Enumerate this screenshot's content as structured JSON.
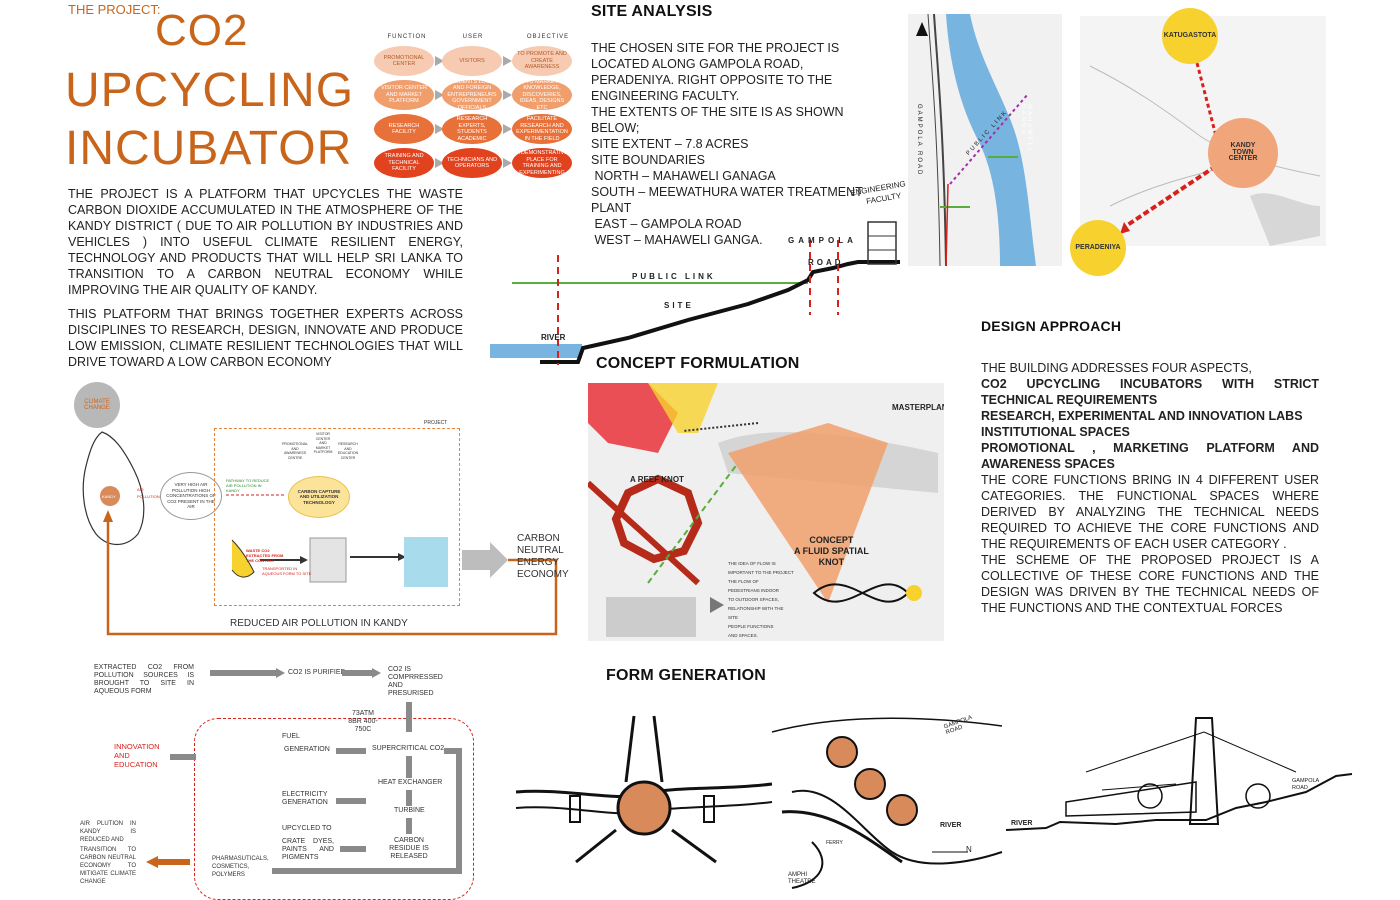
{
  "header": {
    "prefix": "THE PROJECT:",
    "title_line1": "CO2",
    "title_line2": "UPCYCLING",
    "title_line3": "INCUBATOR"
  },
  "matrix": {
    "headers": [
      "FUNCTION",
      "USER",
      "OBJECTIVE"
    ],
    "rows": [
      {
        "function": "PROMOTIONAL CENTER",
        "user": "VISITORS",
        "objective": "TO PROMOTE AND CREATE AWARENESS",
        "color": "#f6cbb1"
      },
      {
        "function": "VISITOR CENTER AND MARKET PLATFORM",
        "user": "STUDENTS LOCAL AND FOREIGN ENTREPRENEURS GOVERNMENT OFFICIALS",
        "objective": "TO MARKET KNOWLEDGE, DISCOVERIES, IDEAS, DESIGNS ETC",
        "color": "#f19e6d"
      },
      {
        "function": "RESEARCH FACILITY",
        "user": "RESEARCH EXPERTS, STUDENTS ACADEMIC",
        "objective": "FACILITATE RESEARCH AND EXPERIMENTATION IN THE FIELD",
        "color": "#e8713a"
      },
      {
        "function": "TRAINING AND TECHNICAL FACILITY",
        "user": "TECHNICIANS AND OPERATORS",
        "objective": "A DEMONSTRATIVE PLACE FOR TRAINING AND EXPERIMENTING",
        "color": "#e2431f"
      }
    ]
  },
  "intro": {
    "para1": "THE PROJECT IS A PLATFORM THAT UPCYCLES THE WASTE CARBON DIOXIDE ACCUMULATED IN THE ATMOSPHERE OF THE KANDY DISTRICT ( DUE TO AIR POLLUTION BY INDUSTRIES AND VEHICLES ) INTO USEFUL CLIMATE RESILIENT ENERGY, TECHNOLOGY AND PRODUCTS THAT WILL HELP SRI LANKA TO TRANSITION TO A CARBON NEUTRAL ECONOMY WHILE IMPROVING THE AIR QUALITY OF KANDY.",
    "para2": "THIS PLATFORM THAT BRINGS TOGETHER EXPERTS ACROSS DISCIPLINES TO RESEARCH, DESIGN, INNOVATE AND PRODUCE LOW EMISSION, CLIMATE RESILIENT TECHNOLOGIES THAT WILL DRIVE TOWARD A LOW CARBON ECONOMY"
  },
  "site_analysis": {
    "heading": "SITE ANALYSIS",
    "lines": [
      "THE CHOSEN SITE FOR THE PROJECT IS",
      "LOCATED ALONG GAMPOLA ROAD,",
      "PERADENIYA. RIGHT OPPOSITE TO THE",
      "ENGINEERING FACULTY.",
      "THE EXTENTS OF THE SITE IS AS SHOWN",
      "BELOW;",
      "SITE EXTENT – 7.8 ACRES",
      "SITE BOUNDARIES",
      " NORTH – MAHAWELI GANAGA",
      "SOUTH – MEEWATHURA WATER TREATMENT",
      "PLANT",
      " EAST – GAMPOLA ROAD",
      " WEST – MAHAWELI GANGA."
    ],
    "section_labels": {
      "public_link": "PUBLIC LINK",
      "site": "SITE",
      "river": "RIVER",
      "gampola": "GAMPOLA",
      "road": "ROAD",
      "engineering": "ENGINEERING",
      "faculty": "FACULTY"
    }
  },
  "site_map": {
    "gampola_road": "GAMPOLA ROAD",
    "public_link": "PUBLIC LINK",
    "mahaweli": "MAHAWELI GANGA"
  },
  "location_map": {
    "katugastota": "KATUGASTOTA",
    "kandy_line1": "KANDY",
    "kandy_line2": "TOWN",
    "kandy_line3": "CENTER",
    "peradeniya": "PERADENIYA"
  },
  "design_approach": {
    "heading": "DESIGN APPROACH",
    "intro": "THE BUILDING ADDRESSES FOUR ASPECTS,",
    "bold_lines": [
      "CO2 UPCYCLING INCUBATORS WITH STRICT TECHNICAL REQUIREMENTS",
      "RESEARCH, EXPERIMENTAL AND INNOVATION LABS",
      "INSTITUTIONAL SPACES",
      "PROMOTIONAL , MARKETING PLATFORM AND AWARENESS SPACES"
    ],
    "para1": "THE CORE FUNCTIONS BRING IN 4 DIFFERENT USER CATEGORIES. THE FUNCTIONAL SPACES WHERE DERIVED BY ANALYZING THE TECHNICAL NEEDS REQUIRED TO ACHIEVE THE CORE FUNCTIONS AND THE REQUIREMENTS OF EACH USER CATEGORY .",
    "para2": "THE SCHEME OF THE PROPOSED PROJECT IS A COLLECTIVE OF THESE CORE FUNCTIONS AND THE DESIGN WAS DRIVEN BY THE TECHNICAL NEEDS OF THE FUNCTIONS AND THE CONTEXTUAL FORCES"
  },
  "concept": {
    "heading": "CONCEPT FORMULATION",
    "masterplan": "MASTERPLAN",
    "reef_knot": "A REEF KNOT",
    "concept_line1": "CONCEPT",
    "concept_line2": "A FLUID SPATIAL",
    "concept_line3": "KNOT",
    "flow_text": [
      "THE IDEA OF FLOW IS",
      "IMPORTANT TO THE PROJECT",
      "THE FLOW OF",
      "PEDESTRIANS INDOOR",
      "TO OUTDOOR SPACES,",
      "RELATIONSHIP WITH THE",
      "SITE",
      "PEOPLE FUNCTIONS",
      "AND SPACES."
    ]
  },
  "climate": {
    "climate_change": "CLIMATE CHANGE",
    "kandy": "KANDY",
    "air_pollution": "AIR POLLUTION",
    "very_high": "VERY HIGH AIR POLLUTION HIGH CONCENTRATIONS OF CO2 PRESENT IN THE AIR",
    "project": "PROJECT",
    "carbon_capture": "CARBON CAPTURE AND UTILIZATION TECHNOLOGY",
    "pathway": "PATHWAY TO REDUCE AIR POLLUTION IN KANDY",
    "waste_co2": "WASTE CO2 EXTRACTED FROM THE CONTEXT",
    "transported": "TRANSPORTED IN AQUEOUS FORM TO SITE",
    "carbon_neutral": "CARBON NEUTRAL ENERGY ECONOMY",
    "reduced": "REDUCED AIR POLLUTION IN KANDY",
    "promo_labels": [
      "PROMOTIONAL AND AWARENESS CENTRE",
      "VISITOR CENTER AND MARKET PLATFORM",
      "RESEARCH AND EDUCATION CENTER"
    ]
  },
  "process": {
    "extracted": "EXTRACTED CO2 FROM POLLUTION SOURCES IS BROUGHT TO SITE IN AQUEOUS FORM",
    "purified": "CO2 IS PURIFIED",
    "compressed": "CO2 IS COMPRRESSED AND PRESURISED",
    "params": "73ATM 8BR 400-750C",
    "innovation": "INNOVATION AND EDUCATION",
    "fuel": "FUEL",
    "generation": "GENERATION",
    "supercritical": "SUPERCRITICAL CO2",
    "heat_exchanger": "HEAT EXCHANGER",
    "electricity": "ELECTRICITY GENERATION",
    "turbine": "TURBINE",
    "upcycled": "UPCYCLED TO",
    "crate": "CRATE DYES, PAINTS AND PIGMENTS",
    "carbon_residue": "CARBON RESIDUE IS RELEASED",
    "pharma": "PHARMASUTICALS, COSMETICS, POLYMERS",
    "air_pollution_reduced": "AIR PLUTION IN KANDY IS REDUCED AND",
    "transition": "TRANSITION TO CARBON NEUTRAL ECONOMY TO MITIGATE CLIMATE CHANGE"
  },
  "form": {
    "heading": "FORM GENERATION",
    "sketch2": {
      "gampola": "GAMPOLA ROAD",
      "river": "RIVER",
      "ferry": "FERRY",
      "theatre": "AMPHI THEATRE",
      "n": "N"
    },
    "sketch3": {
      "river": "RIVER",
      "gampola": "GAMPOLA ROAD"
    }
  },
  "colors": {
    "accent": "#c8651b",
    "circle_orange": "#d98a5b",
    "yellow": "#f7d22e",
    "river_blue": "#78b4e0",
    "red_dash": "#d6221c",
    "green": "#5aac3c"
  }
}
